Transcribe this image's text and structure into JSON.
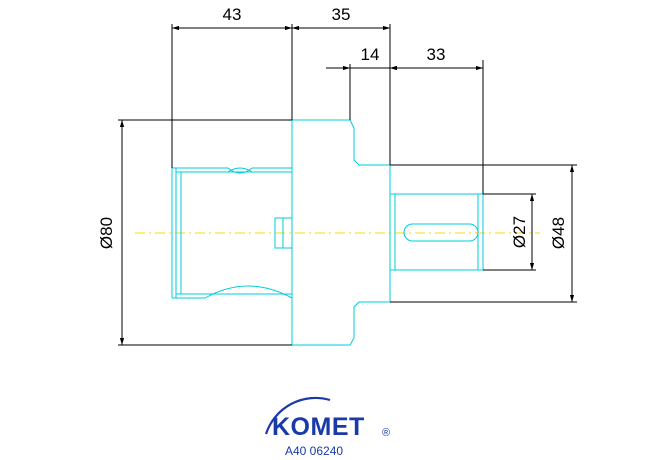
{
  "drawing": {
    "dimensions": {
      "d43": "43",
      "d35": "35",
      "d14": "14",
      "d33": "33",
      "dia80": "Ø80",
      "dia27": "Ø27",
      "dia48": "Ø48"
    },
    "colors": {
      "outline": "#00ccdd",
      "dimension": "#000000",
      "centerline": "#ffd700",
      "brand": "#1a3aa8"
    }
  },
  "logo": {
    "brand": "KOMET",
    "registered": "®",
    "code": "A40 06240"
  }
}
